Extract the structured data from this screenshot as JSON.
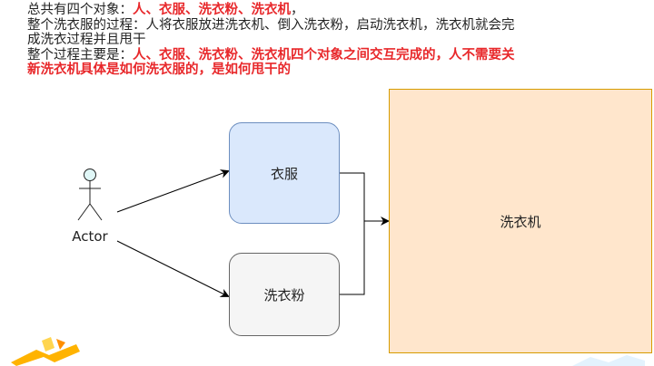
{
  "notes": {
    "line1_prefix": "总共有四个对象：",
    "line1_highlight": "人、衣服、洗衣粉、洗衣机",
    "line1_suffix": "，",
    "line2": "整个洗衣服的过程：人将衣服放进洗衣机、倒入洗衣粉，启动洗衣机，洗衣机就会完",
    "line3": "成洗衣过程并且甩干",
    "line4_prefix": "整个过程主要是：",
    "line4_highlight": "人、衣服、洗衣粉、洗衣机四个对象之间交互完成的，人不需要关",
    "line5_highlight": "新洗衣机具体是如何洗衣服的，是如何甩干的"
  },
  "diagram": {
    "actor_label": "Actor",
    "clothes_label": "衣服",
    "powder_label": "洗衣粉",
    "washer_label": "洗衣机"
  },
  "colors": {
    "highlight": "#e8282b",
    "clothes_fill": "#dae8fc",
    "clothes_stroke": "#6c8ebf",
    "powder_fill": "#f5f5f5",
    "washer_fill": "#ffe6cc",
    "washer_stroke": "#d79b00",
    "actor_head": "#e0f7f7"
  }
}
